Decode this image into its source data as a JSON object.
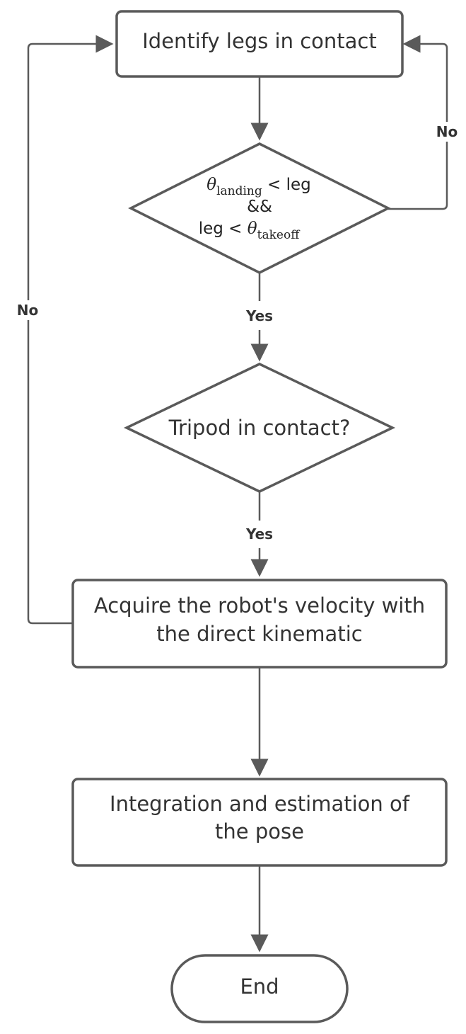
{
  "nodes": {
    "identify": {
      "label": "Identify legs in contact"
    },
    "angle_check": {
      "theta_symbol": "θ",
      "line1_sub": "landing",
      "line1_rest": " < leg",
      "line2": "&&",
      "line3_prefix": "leg < ",
      "line3_sub": "takeoff"
    },
    "tripod": {
      "label": "Tripod in contact?"
    },
    "acquire": {
      "line1": "Acquire the robot's velocity with",
      "line2": "the direct kinematic"
    },
    "integration": {
      "line1": "Integration and estimation of",
      "line2": "the pose"
    },
    "end": {
      "label": "End"
    }
  },
  "edges": {
    "angle_no": "No",
    "angle_yes": "Yes",
    "tripod_yes": "Yes",
    "tripod_no": "No"
  },
  "colors": {
    "stroke": "#5a5a5a",
    "text": "#333333",
    "background": "#ffffff"
  }
}
